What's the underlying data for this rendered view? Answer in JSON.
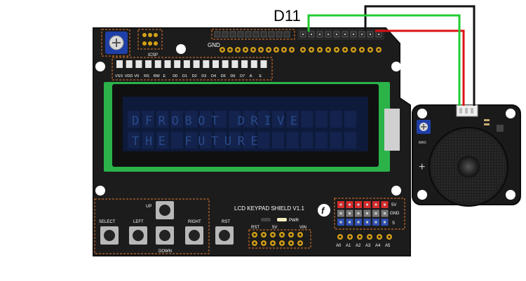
{
  "wire_label": "D11",
  "wire_colors": {
    "signal": "#22cc33",
    "vcc": "#dd1111",
    "gnd": "#111111"
  },
  "shield": {
    "title": "LCD KEYPAD SHIELD V1.1",
    "logo_glyph": "f",
    "icsp": "ICSP",
    "gnd": "GND",
    "lcd_pins": [
      "VSS",
      "VDD",
      "V0",
      "RS",
      "RW",
      "E",
      "D0",
      "D1",
      "D2",
      "D3",
      "D4",
      "D5",
      "D6",
      "D7",
      "A",
      "E"
    ],
    "buttons": {
      "select": "SELECT",
      "left": "LEFT",
      "up": "UP",
      "down": "DOWN",
      "right": "RIGHT",
      "rst": "RST"
    },
    "power_header": {
      "rst": "RST",
      "v5": "5V",
      "vin": "VIN"
    },
    "pwr": "PWR",
    "analog": {
      "labels": [
        "A0",
        "A1",
        "A2",
        "A3",
        "A4",
        "A5"
      ],
      "v5": "5V",
      "gnd": "GND",
      "s": "S"
    }
  },
  "lcd_text": {
    "row1": "DFROBOT DRIVE",
    "row2": "THE FUTURE"
  },
  "speaker": {
    "max_label": "MAX",
    "plus": "+"
  },
  "colors": {
    "pcb": "#1c1c1c",
    "lcd_green": "#2bb34a",
    "lcd_screen": "#0d1a3a",
    "accent_orange": "#e8782c",
    "gold": "#d4a017"
  }
}
